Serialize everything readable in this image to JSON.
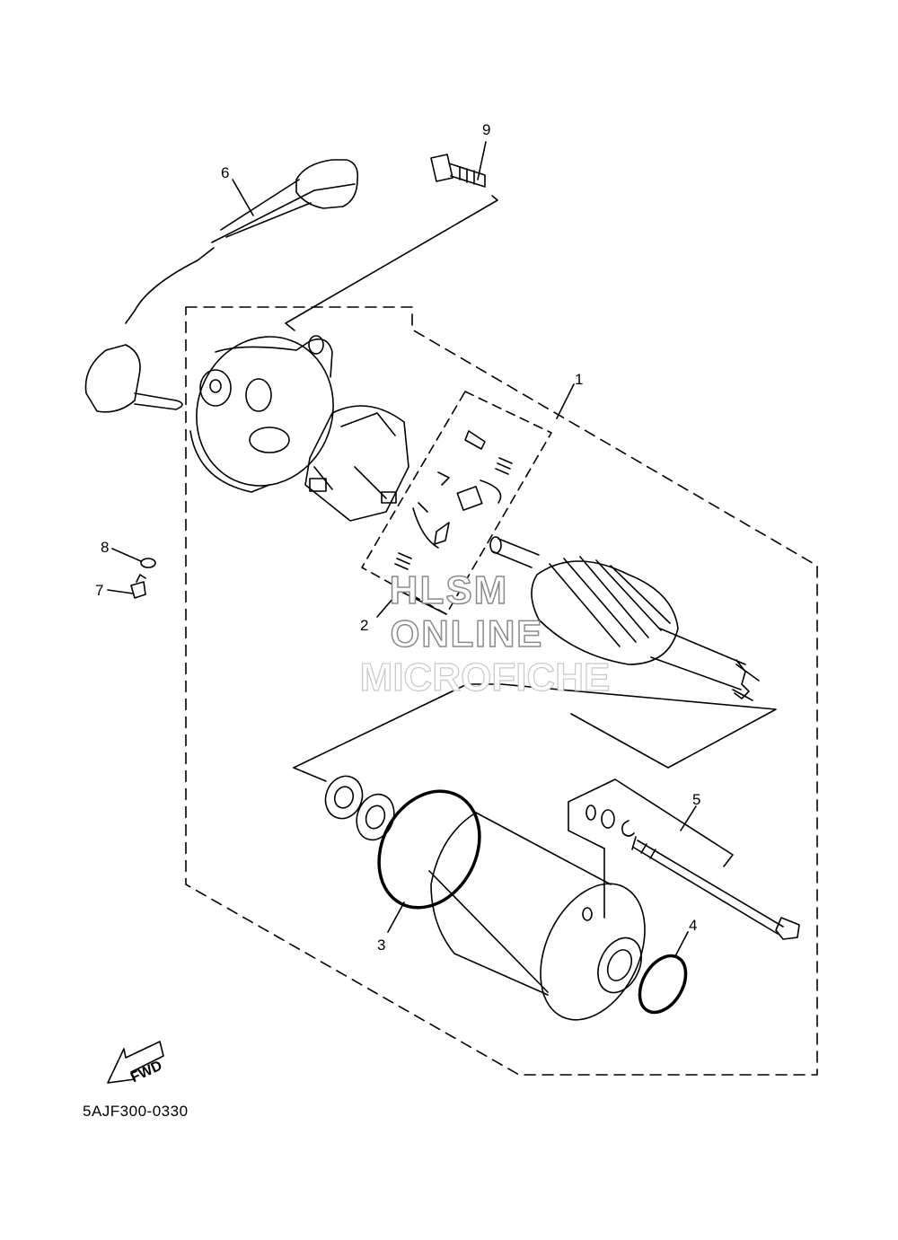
{
  "diagram": {
    "reference_code": "5AJF300-0330",
    "fwd_label": "FWD",
    "watermark": [
      "HLSM",
      "ONLINE",
      "MICROFICHE"
    ],
    "callouts": [
      "1",
      "2",
      "3",
      "4",
      "5",
      "6",
      "7",
      "8",
      "9"
    ]
  }
}
